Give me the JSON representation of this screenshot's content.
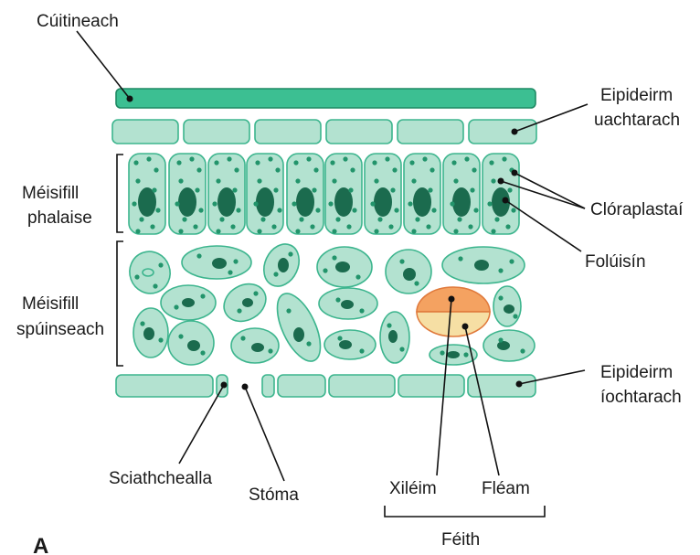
{
  "labels": {
    "cuticle": "Cúitineach",
    "upper_epidermis_1": "Eipideirm",
    "upper_epidermis_2": "uachtarach",
    "palisade_1": "Méisifill",
    "palisade_2": "phalaise",
    "chloroplasts": "Clóraplastaí",
    "vacuole": "Folúisín",
    "spongy_1": "Méisifill",
    "spongy_2": "spúinseach",
    "lower_epidermis_1": "Eipideirm",
    "lower_epidermis_2": "íochtarach",
    "guard_cell": "Sciathchealla",
    "stoma": "Stóma",
    "xylem": "Xiléim",
    "phloem": "Fléam",
    "vein": "Féith",
    "panel_letter": "A"
  },
  "colors": {
    "cuticle": "#3cbf92",
    "cell_fill": "#b3e2d0",
    "cell_stroke": "#3db58e",
    "nucleus": "#1b6b4e",
    "chloroplast": "#22946b",
    "xylem": "#f4a261",
    "phloem": "#f6dfa4",
    "vein_stroke": "#e07a3c"
  }
}
